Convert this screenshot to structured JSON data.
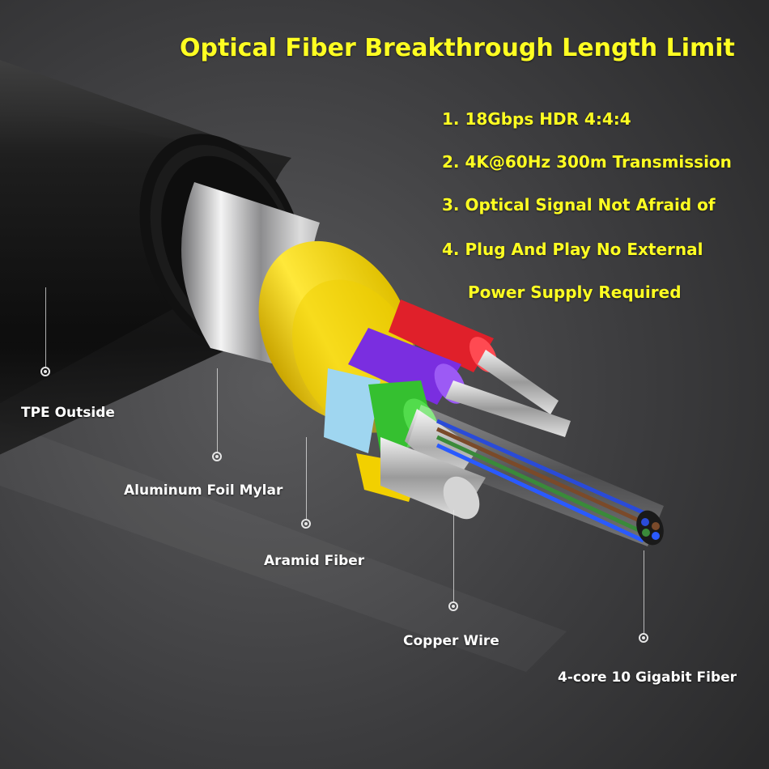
{
  "header": {
    "title": "Optical Fiber Breakthrough Length Limit"
  },
  "features": [
    "1. 18Gbps HDR 4:4:4",
    "2. 4K@60Hz 300m Transmission",
    "3. Optical Signal Not Afraid of",
    "4. Plug And Play No External",
    "Power Supply Required"
  ],
  "callouts": {
    "tpe": "TPE Outside",
    "foil": "Aluminum Foil Mylar",
    "aramid": "Aramid Fiber",
    "copper": "Copper Wire",
    "fiber": "4-core 10 Gigabit Fiber"
  },
  "colors": {
    "title_text": "#ffff22",
    "callout_text": "#ffffff",
    "jacket": "#1a1a1a",
    "aramid": "#ffe21a",
    "red_core": "#e0202a",
    "purple_core": "#7a2ee0",
    "green_core": "#35c030",
    "blue_core": "#9fd6f0"
  }
}
